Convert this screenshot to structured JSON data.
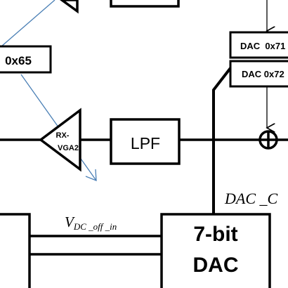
{
  "blocks": {
    "reg_0x65": "0x65",
    "dac_0x71": "DAC  0x71",
    "dac_0x72": "DAC 0x72",
    "vga_line1": "RX-",
    "vga_line2": "VGA2",
    "lpf": "LPF",
    "dac7_line1": "7-bit",
    "dac7_line2": "DAC"
  },
  "labels": {
    "vdc_main": "V",
    "vdc_sub": "DC _off _in",
    "dac_c": "DAC _C"
  },
  "colors": {
    "line": "#000000",
    "annotation_arrow": "#4a7fb5",
    "background": "#ffffff"
  }
}
